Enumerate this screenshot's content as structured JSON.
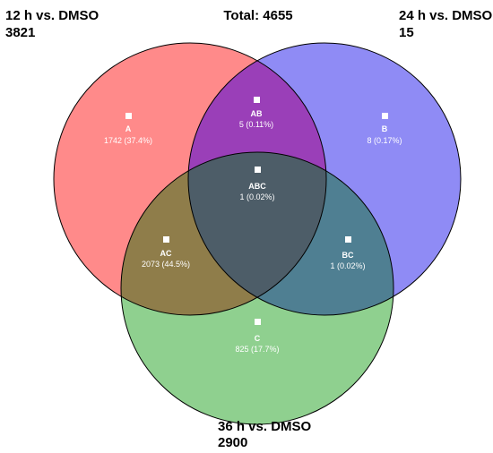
{
  "total_label": "Total: 4655",
  "sets": {
    "a": {
      "name": "12 h vs. DMSO",
      "count": "3821",
      "color": "#ff8a8a"
    },
    "b": {
      "name": "24 h vs. DMSO",
      "count": "15",
      "color": "#8f8bf5"
    },
    "c": {
      "name": "36 h vs. DMSO",
      "count": "2900",
      "color": "#8fd08f"
    }
  },
  "regions": {
    "a": {
      "name": "A",
      "value": "1742 (37.4%)"
    },
    "b": {
      "name": "B",
      "value": "8 (0.17%)"
    },
    "c": {
      "name": "C",
      "value": "825 (17.7%)"
    },
    "ab": {
      "name": "AB",
      "value": "5 (0.11%)"
    },
    "ac": {
      "name": "AC",
      "value": "2073 (44.5%)"
    },
    "bc": {
      "name": "BC",
      "value": "1 (0.02%)"
    },
    "abc": {
      "name": "ABC",
      "value": "1 (0.02%)"
    }
  }
}
